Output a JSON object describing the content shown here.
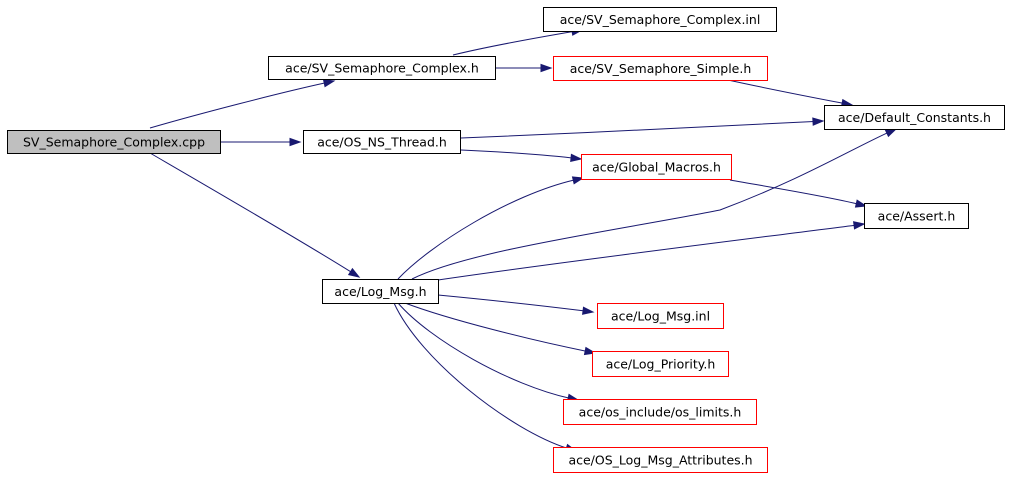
{
  "colors": {
    "edge": "#191970",
    "border_default": "#000000",
    "border_missing": "#ff0000",
    "fill_root": "#bfbfbf",
    "fill_default": "#ffffff"
  },
  "nodes": [
    {
      "id": "root",
      "label": "SV_Semaphore_Complex.cpp",
      "style": "root"
    },
    {
      "id": "sv_complex_h",
      "label": "ace/SV_Semaphore_Complex.h",
      "style": "default"
    },
    {
      "id": "sv_complex_inl",
      "label": "ace/SV_Semaphore_Complex.inl",
      "style": "default"
    },
    {
      "id": "sv_simple_h",
      "label": "ace/SV_Semaphore_Simple.h",
      "style": "missing"
    },
    {
      "id": "os_ns_thread_h",
      "label": "ace/OS_NS_Thread.h",
      "style": "default"
    },
    {
      "id": "default_constants_h",
      "label": "ace/Default_Constants.h",
      "style": "default"
    },
    {
      "id": "global_macros_h",
      "label": "ace/Global_Macros.h",
      "style": "missing"
    },
    {
      "id": "assert_h",
      "label": "ace/Assert.h",
      "style": "default"
    },
    {
      "id": "log_msg_h",
      "label": "ace/Log_Msg.h",
      "style": "default"
    },
    {
      "id": "log_msg_inl",
      "label": "ace/Log_Msg.inl",
      "style": "missing"
    },
    {
      "id": "log_priority_h",
      "label": "ace/Log_Priority.h",
      "style": "missing"
    },
    {
      "id": "os_limits_h",
      "label": "ace/os_include/os_limits.h",
      "style": "missing"
    },
    {
      "id": "os_log_msg_attr_h",
      "label": "ace/OS_Log_Msg_Attributes.h",
      "style": "missing"
    }
  ],
  "edges": [
    {
      "from": "root",
      "to": "sv_complex_h"
    },
    {
      "from": "root",
      "to": "os_ns_thread_h"
    },
    {
      "from": "root",
      "to": "log_msg_h"
    },
    {
      "from": "sv_complex_h",
      "to": "sv_complex_inl"
    },
    {
      "from": "sv_complex_h",
      "to": "sv_simple_h"
    },
    {
      "from": "sv_simple_h",
      "to": "default_constants_h"
    },
    {
      "from": "os_ns_thread_h",
      "to": "default_constants_h"
    },
    {
      "from": "os_ns_thread_h",
      "to": "global_macros_h"
    },
    {
      "from": "global_macros_h",
      "to": "assert_h"
    },
    {
      "from": "log_msg_h",
      "to": "global_macros_h"
    },
    {
      "from": "log_msg_h",
      "to": "default_constants_h"
    },
    {
      "from": "log_msg_h",
      "to": "assert_h"
    },
    {
      "from": "log_msg_h",
      "to": "log_msg_inl"
    },
    {
      "from": "log_msg_h",
      "to": "log_priority_h"
    },
    {
      "from": "log_msg_h",
      "to": "os_limits_h"
    },
    {
      "from": "log_msg_h",
      "to": "os_log_msg_attr_h"
    }
  ]
}
